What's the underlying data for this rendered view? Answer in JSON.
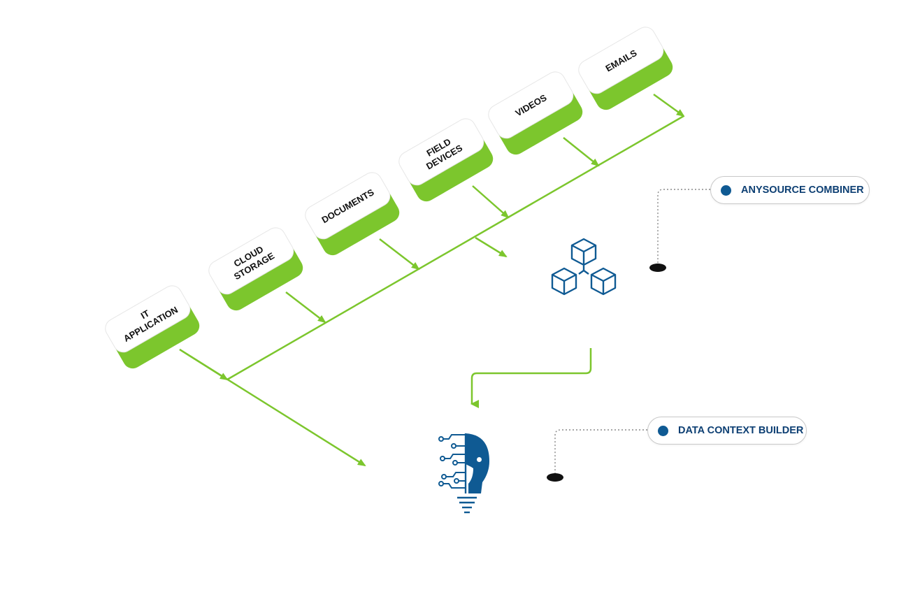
{
  "sources": [
    {
      "id": "it-application",
      "lines": [
        "IT",
        "APPLICATION"
      ]
    },
    {
      "id": "cloud-storage",
      "lines": [
        "CLOUD",
        "STORAGE"
      ]
    },
    {
      "id": "documents",
      "lines": [
        "DOCUMENTS"
      ]
    },
    {
      "id": "field-devices",
      "lines": [
        "FIELD",
        "DEVICES"
      ]
    },
    {
      "id": "videos",
      "lines": [
        "VIDEOS"
      ]
    },
    {
      "id": "emails",
      "lines": [
        "EMAILS"
      ]
    }
  ],
  "callouts": {
    "combiner": {
      "label": "ANYSOURCE COMBINER"
    },
    "context": {
      "label": "DATA CONTEXT BUILDER"
    }
  },
  "colors": {
    "green": "#7cc62d",
    "blue": "#0f5a93",
    "navy": "#0d3f73",
    "label": "#111111",
    "dotted": "#888888"
  },
  "icons": {
    "combiner": "cubes-network-icon",
    "context": "circuit-lightbulb-icon"
  }
}
